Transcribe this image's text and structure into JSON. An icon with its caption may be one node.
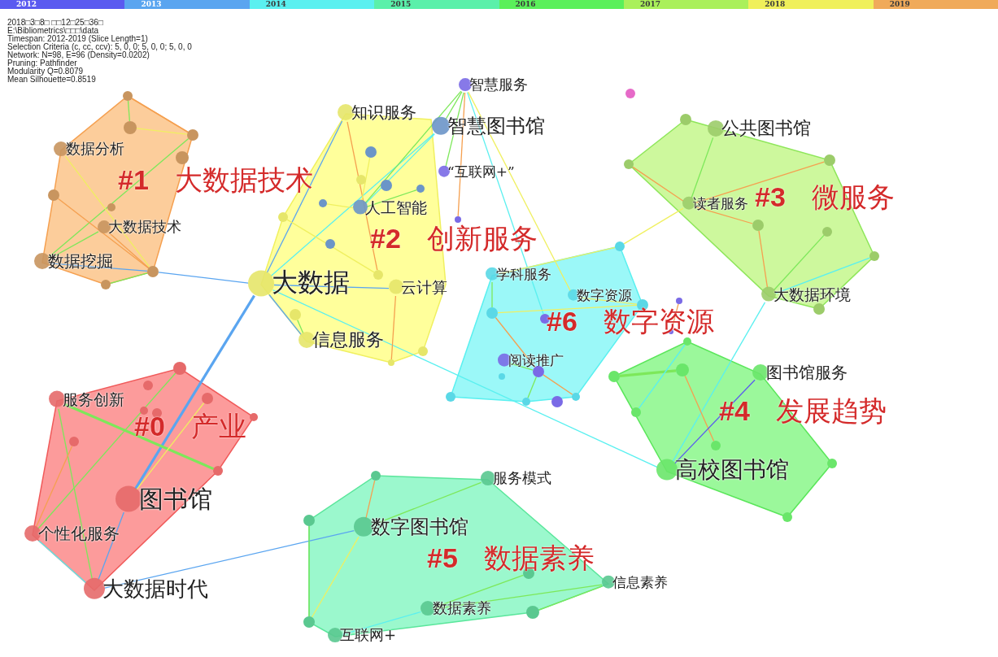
{
  "diagram": {
    "nodes": [
      {
        "text": [
          "#1",
          "大数据技术"
        ]
      },
      {
        "text": [
          "数据分析"
        ],
        "in": 0
      },
      {
        "text": [
          "大数据技术"
        ],
        "in": 0
      },
      {
        "text": [
          "数据挖掘"
        ],
        "in": 0
      },
      {
        "text": [],
        "shape": "circle",
        "in": 0
      },
      {
        "text": [
          "#2",
          "创新服务"
        ]
      },
      {
        "text": [
          "知识服务"
        ],
        "in": 5
      },
      {
        "text": [
          "人工智能"
        ],
        "in": 5
      },
      {
        "text": [
          "大数据"
        ],
        "in": 5
      },
      {
        "text": [
          "云计算"
        ],
        "in": 5
      },
      {
        "text": [
          "信息服务"
        ],
        "in": 5
      },
      {
        "text": [
          "智慧服务"
        ]
      },
      {
        "text": [
          "智慧图书馆"
        ]
      },
      {
        "text": [
          "“互联网+”"
        ]
      },
      {
        "text": [
          "#3",
          "微服务"
        ]
      },
      {
        "text": [
          "公共图书馆"
        ],
        "in": 14
      },
      {
        "text": [
          "读者服务"
        ],
        "in": 14
      },
      {
        "text": [
          "大数据环境"
        ],
        "in": 14
      },
      {
        "text": [
          "#6",
          "数字资源"
        ]
      },
      {
        "text": [
          "学科服务"
        ],
        "in": 18
      },
      {
        "text": [
          "数字资源"
        ],
        "in": 18
      },
      {
        "text": [
          "阅读推广"
        ],
        "in": 18
      },
      {
        "text": [
          "#4",
          "发展趋势"
        ]
      },
      {
        "text": [
          "图书馆服务"
        ],
        "in": 22
      },
      {
        "text": [
          "高校图书馆"
        ],
        "in": 22
      },
      {
        "text": [
          "#0",
          "产业"
        ]
      },
      {
        "text": [
          "服务创新"
        ],
        "in": 25
      },
      {
        "text": [
          "图书馆"
        ],
        "in": 25
      },
      {
        "text": [
          "个性化服务"
        ],
        "in": 25
      },
      {
        "text": [
          "大数据时代"
        ],
        "in": 25
      },
      {
        "text": [
          "#5",
          "数据素养"
        ]
      },
      {
        "text": [
          "服务模式"
        ],
        "in": 30
      },
      {
        "text": [
          "数字图书馆"
        ],
        "in": 30
      },
      {
        "text": [
          "信息素养"
        ],
        "in": 30
      },
      {
        "text": [
          "数据素养"
        ],
        "in": 30
      },
      {
        "text": [
          "互联网+"
        ],
        "in": 30
      },
      {
        "text": [],
        "shape": "circle",
        "in": 0
      },
      {
        "text": [],
        "shape": "circle",
        "in": 0
      },
      {
        "text": [],
        "shape": "circle",
        "in": 0
      },
      {
        "text": [],
        "shape": "circle",
        "in": 0
      },
      {
        "text": [],
        "shape": "circle",
        "in": 0
      },
      {
        "text": [],
        "shape": "circle",
        "in": 0
      },
      {
        "text": [],
        "shape": "circle",
        "in": 0
      },
      {
        "text": [],
        "shape": "circle",
        "in": 5
      },
      {
        "text": [],
        "shape": "circle",
        "in": 5
      },
      {
        "text": [],
        "shape": "circle",
        "in": 5
      },
      {
        "text": [],
        "shape": "circle",
        "in": 5
      },
      {
        "text": [],
        "shape": "circle",
        "in": 5
      },
      {
        "text": [],
        "shape": "circle",
        "in": 5
      },
      {
        "text": [],
        "shape": "circle",
        "in": 5
      },
      {
        "text": [],
        "shape": "circle",
        "in": 5
      },
      {
        "text": [],
        "shape": "circle",
        "in": 5
      },
      {
        "text": [],
        "shape": "circle",
        "in": 5
      },
      {
        "text": [],
        "shape": "circle",
        "in": 5
      },
      {
        "text": [],
        "shape": "circle"
      },
      {
        "text": [],
        "shape": "circle"
      },
      {
        "text": [],
        "shape": "circle",
        "in": 14
      },
      {
        "text": [],
        "shape": "circle",
        "in": 14
      },
      {
        "text": [],
        "shape": "circle",
        "in": 14
      },
      {
        "text": [],
        "shape": "circle",
        "in": 14
      },
      {
        "text": [],
        "shape": "circle",
        "in": 14
      },
      {
        "text": [],
        "shape": "circle",
        "in": 14
      },
      {
        "text": [],
        "shape": "circle",
        "in": 14
      },
      {
        "text": [],
        "shape": "circle",
        "in": 18
      },
      {
        "text": [],
        "shape": "circle",
        "in": 18
      },
      {
        "text": [],
        "shape": "circle",
        "in": 18
      },
      {
        "text": [],
        "shape": "circle",
        "in": 18
      },
      {
        "text": [],
        "shape": "circle",
        "in": 18
      },
      {
        "text": [],
        "shape": "circle",
        "in": 18
      },
      {
        "text": [],
        "shape": "circle",
        "in": 18
      },
      {
        "text": [],
        "shape": "circle",
        "in": 18
      },
      {
        "text": [],
        "shape": "circle",
        "in": 18
      },
      {
        "text": [],
        "shape": "circle",
        "in": 18
      },
      {
        "text": [],
        "shape": "circle"
      },
      {
        "text": [],
        "shape": "circle"
      },
      {
        "text": [],
        "shape": "circle",
        "in": 22
      },
      {
        "text": [],
        "shape": "circle",
        "in": 22
      },
      {
        "text": [],
        "shape": "circle",
        "in": 22
      },
      {
        "text": [],
        "shape": "circle",
        "in": 22
      },
      {
        "text": [],
        "shape": "circle",
        "in": 22
      },
      {
        "text": [],
        "shape": "circle",
        "in": 22
      },
      {
        "text": [],
        "shape": "circle",
        "in": 22
      },
      {
        "text": [],
        "shape": "circle",
        "in": 25
      },
      {
        "text": [],
        "shape": "circle",
        "in": 25
      },
      {
        "text": [],
        "shape": "circle",
        "in": 25
      },
      {
        "text": [],
        "shape": "circle",
        "in": 25
      },
      {
        "text": [],
        "shape": "circle",
        "in": 25
      },
      {
        "text": [],
        "shape": "circle",
        "in": 25
      },
      {
        "text": [],
        "shape": "circle",
        "in": 25
      },
      {
        "text": [],
        "shape": "circle",
        "in": 25
      },
      {
        "text": [],
        "shape": "circle",
        "in": 30
      },
      {
        "text": [],
        "shape": "circle",
        "in": 30
      },
      {
        "text": [],
        "shape": "circle",
        "in": 30
      },
      {
        "text": [],
        "shape": "circle",
        "in": 30
      },
      {
        "text": [],
        "shape": "circle",
        "in": 30
      }
    ],
    "edges": [
      {
        "from": 4,
        "to": 36,
        "arrow": "none"
      },
      {
        "from": 36,
        "to": 37,
        "arrow": "none",
        "color": "#f0f060"
      },
      {
        "from": 37,
        "to": 3,
        "arrow": "none"
      },
      {
        "from": 1,
        "to": 41,
        "arrow": "none",
        "color": "#f0f060"
      },
      {
        "from": 2,
        "to": 3,
        "arrow": "none"
      },
      {
        "from": 39,
        "to": 41,
        "arrow": "none",
        "color": "#f5a050"
      },
      {
        "from": 3,
        "to": 41,
        "arrow": "none",
        "color": "#5aa5f0"
      },
      {
        "from": 42,
        "to": 41,
        "arrow": "none"
      },
      {
        "from": 4,
        "to": 37,
        "arrow": "none",
        "color": "#f5a050"
      },
      {
        "from": 2,
        "to": 41,
        "arrow": "none",
        "color": "#f5a050"
      },
      {
        "from": 8,
        "to": 41,
        "arrow": "none",
        "color": "#5aa5f0"
      },
      {
        "from": 8,
        "to": 6,
        "arrow": "none",
        "color": "#5aa5f0"
      },
      {
        "from": 8,
        "to": 12,
        "arrow": "none",
        "color": "#5af0f0"
      },
      {
        "from": 8,
        "to": 9,
        "arrow": "none",
        "color": "#5aa5f0"
      },
      {
        "from": 8,
        "to": 10,
        "arrow": "none",
        "color": "#5aa5f0"
      },
      {
        "from": 8,
        "to": 27,
        "arrow": "none",
        "style": "thick",
        "color": "#5aa5f0"
      },
      {
        "from": 8,
        "to": 24,
        "arrow": "none",
        "color": "#5af0f0"
      },
      {
        "from": 6,
        "to": 50,
        "arrow": "none",
        "color": "#f5a050"
      },
      {
        "from": 9,
        "to": 53,
        "arrow": "none",
        "color": "#f5a050"
      },
      {
        "from": 7,
        "to": 47,
        "arrow": "none",
        "color": "#f0f060"
      },
      {
        "from": 7,
        "to": 43,
        "arrow": "none",
        "color": "#f0f060"
      },
      {
        "from": 51,
        "to": 10,
        "arrow": "none"
      },
      {
        "from": 48,
        "to": 50,
        "arrow": "none",
        "color": "#f0f060"
      },
      {
        "from": 7,
        "to": 12,
        "arrow": "none",
        "color": "#5af0f0"
      },
      {
        "from": 11,
        "to": 12,
        "arrow": "none"
      },
      {
        "from": 11,
        "to": 7,
        "arrow": "none"
      },
      {
        "from": 11,
        "to": 13,
        "arrow": "none"
      },
      {
        "from": 11,
        "to": 54,
        "arrow": "none",
        "color": "#f5a050"
      },
      {
        "from": 11,
        "to": 66,
        "arrow": "none",
        "color": "#5af0f0"
      },
      {
        "from": 11,
        "to": 20,
        "arrow": "none",
        "color": "#f0f060"
      },
      {
        "from": 46,
        "to": 7,
        "arrow": "none"
      },
      {
        "from": 15,
        "to": 16,
        "arrow": "none"
      },
      {
        "from": 58,
        "to": 16,
        "arrow": "none",
        "color": "#f5a050"
      },
      {
        "from": 16,
        "to": 57,
        "arrow": "none",
        "color": "#f5a050"
      },
      {
        "from": 16,
        "to": 59,
        "arrow": "none",
        "color": "#f5a050"
      },
      {
        "from": 59,
        "to": 17,
        "arrow": "none",
        "color": "#f5a050"
      },
      {
        "from": 17,
        "to": 60,
        "arrow": "none"
      },
      {
        "from": 17,
        "to": 61,
        "arrow": "none",
        "color": "#5af0f0"
      },
      {
        "from": 16,
        "to": 63,
        "arrow": "none",
        "color": "#f0f060"
      },
      {
        "from": 17,
        "to": 24,
        "arrow": "none",
        "color": "#5af0f0"
      },
      {
        "from": 19,
        "to": 63,
        "arrow": "none",
        "color": "#f0f060"
      },
      {
        "from": 19,
        "to": 65,
        "arrow": "none"
      },
      {
        "from": 65,
        "to": 64,
        "arrow": "none",
        "color": "#f0f060"
      },
      {
        "from": 20,
        "to": 64,
        "arrow": "none",
        "color": "#f0f060"
      },
      {
        "from": 21,
        "to": 67,
        "arrow": "none"
      },
      {
        "from": 67,
        "to": 70,
        "arrow": "none",
        "color": "#f5a050"
      },
      {
        "from": 67,
        "to": 71,
        "arrow": "none"
      },
      {
        "from": 65,
        "to": 67,
        "arrow": "none",
        "color": "#f5a050"
      },
      {
        "from": 73,
        "to": 74,
        "arrow": "none",
        "color": "#f5a050"
      },
      {
        "from": 77,
        "to": 76,
        "arrow": "none",
        "style": "thick"
      },
      {
        "from": 76,
        "to": 79,
        "arrow": "none",
        "color": "#f5a050"
      },
      {
        "from": 23,
        "to": 24,
        "arrow": "none",
        "color": "#5a5af0"
      },
      {
        "from": 75,
        "to": 78,
        "arrow": "none",
        "color": "#5af0f0"
      },
      {
        "from": 26,
        "to": 89,
        "arrow": "none",
        "style": "thick"
      },
      {
        "from": 26,
        "to": 29,
        "arrow": "none"
      },
      {
        "from": 27,
        "to": 84,
        "arrow": "none",
        "color": "#f0f060"
      },
      {
        "from": 27,
        "to": 29,
        "arrow": "none",
        "color": "#5aa5f0"
      },
      {
        "from": 28,
        "to": 29,
        "arrow": "none",
        "color": "#5af0f0"
      },
      {
        "from": 29,
        "to": 32,
        "arrow": "none",
        "color": "#5aa5f0"
      },
      {
        "from": 82,
        "to": 28,
        "arrow": "none"
      },
      {
        "from": 88,
        "to": 28,
        "arrow": "none",
        "color": "#f5a050"
      },
      {
        "from": 32,
        "to": 31,
        "arrow": "none"
      },
      {
        "from": 90,
        "to": 32,
        "arrow": "none",
        "color": "#f5a050"
      },
      {
        "from": 32,
        "to": 94,
        "arrow": "none",
        "color": "#f0f060"
      },
      {
        "from": 34,
        "to": 92,
        "arrow": "none"
      },
      {
        "from": 34,
        "to": 33,
        "arrow": "none"
      },
      {
        "from": 33,
        "to": 93,
        "arrow": "none"
      },
      {
        "from": 35,
        "to": 34,
        "arrow": "none",
        "color": "#5af0f0"
      },
      {
        "from": 91,
        "to": 94,
        "arrow": "none"
      }
    ],
    "labels": [
      "2018□3□8□ □□12□25□36□",
      "E:\\Bibliometrics\\□□□\\data",
      "Timespan: 2012-2019 (Slice Length=1)",
      "Selection Criteria (c, cc, ccv): 5, 0, 0; 5, 0, 0; 5, 0, 0",
      "Network: N=98, E=96 (Density=0.0202)",
      "Pruning: Pathfinder",
      "Modularity Q=0.8079",
      "Mean Silhouette=0.8519"
    ],
    "legend": [
      {
        "text": "2012",
        "color": "#5a5af0"
      },
      {
        "text": "2013",
        "color": "#5aa5f0"
      },
      {
        "text": "2014",
        "color": "#5af0f0"
      },
      {
        "text": "2015",
        "color": "#5af0aa"
      },
      {
        "text": "2016",
        "color": "#5af05a"
      },
      {
        "text": "2017",
        "color": "#aaf05a"
      },
      {
        "text": "2018",
        "color": "#f0f05a"
      },
      {
        "text": "2019",
        "color": "#f0aa5a"
      }
    ]
  }
}
